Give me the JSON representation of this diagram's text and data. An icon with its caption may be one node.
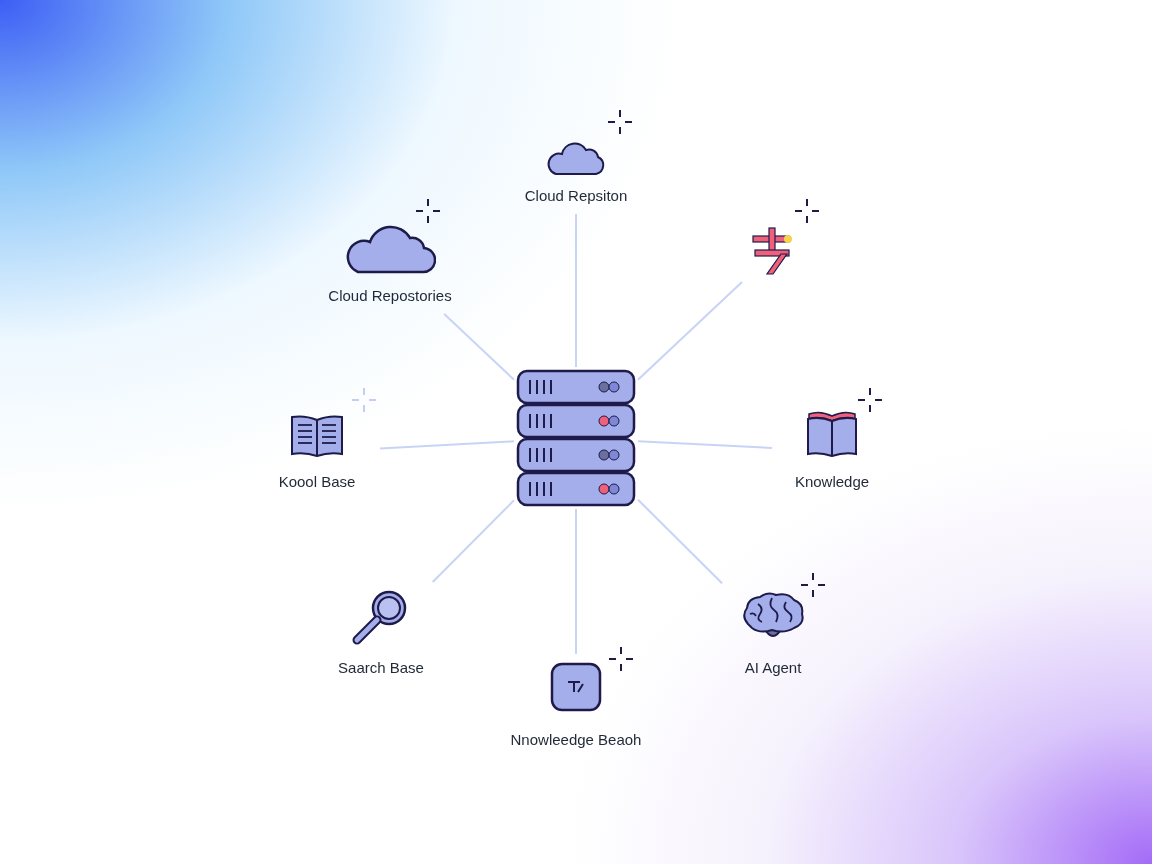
{
  "diagram": {
    "nodes": [
      {
        "text": [
          "Cloud Repsiton"
        ]
      },
      {
        "text": [
          "Cloud Repostories"
        ]
      },
      {
        "text": [],
        "shape": "picture"
      },
      {
        "text": [
          "Koool Base"
        ]
      },
      {
        "text": [],
        "shape": "picture"
      },
      {
        "text": [
          "Knowledge"
        ]
      },
      {
        "text": [
          "Saarch Base"
        ]
      },
      {
        "text": [
          "AI Agent"
        ]
      },
      {
        "text": [
          "Nnowleedge Beaoh"
        ]
      }
    ],
    "edges": [
      {
        "from": 4,
        "to": 0,
        "arrow": "none"
      },
      {
        "from": 4,
        "to": 1,
        "arrow": "none"
      },
      {
        "from": 4,
        "to": 2,
        "arrow": "none"
      },
      {
        "from": 4,
        "to": 3,
        "arrow": "none"
      },
      {
        "from": 4,
        "to": 5,
        "arrow": "none"
      },
      {
        "from": 4,
        "to": 6,
        "arrow": "none"
      },
      {
        "from": 4,
        "to": 7,
        "arrow": "none"
      },
      {
        "from": 4,
        "to": 8,
        "arrow": "none"
      }
    ]
  }
}
